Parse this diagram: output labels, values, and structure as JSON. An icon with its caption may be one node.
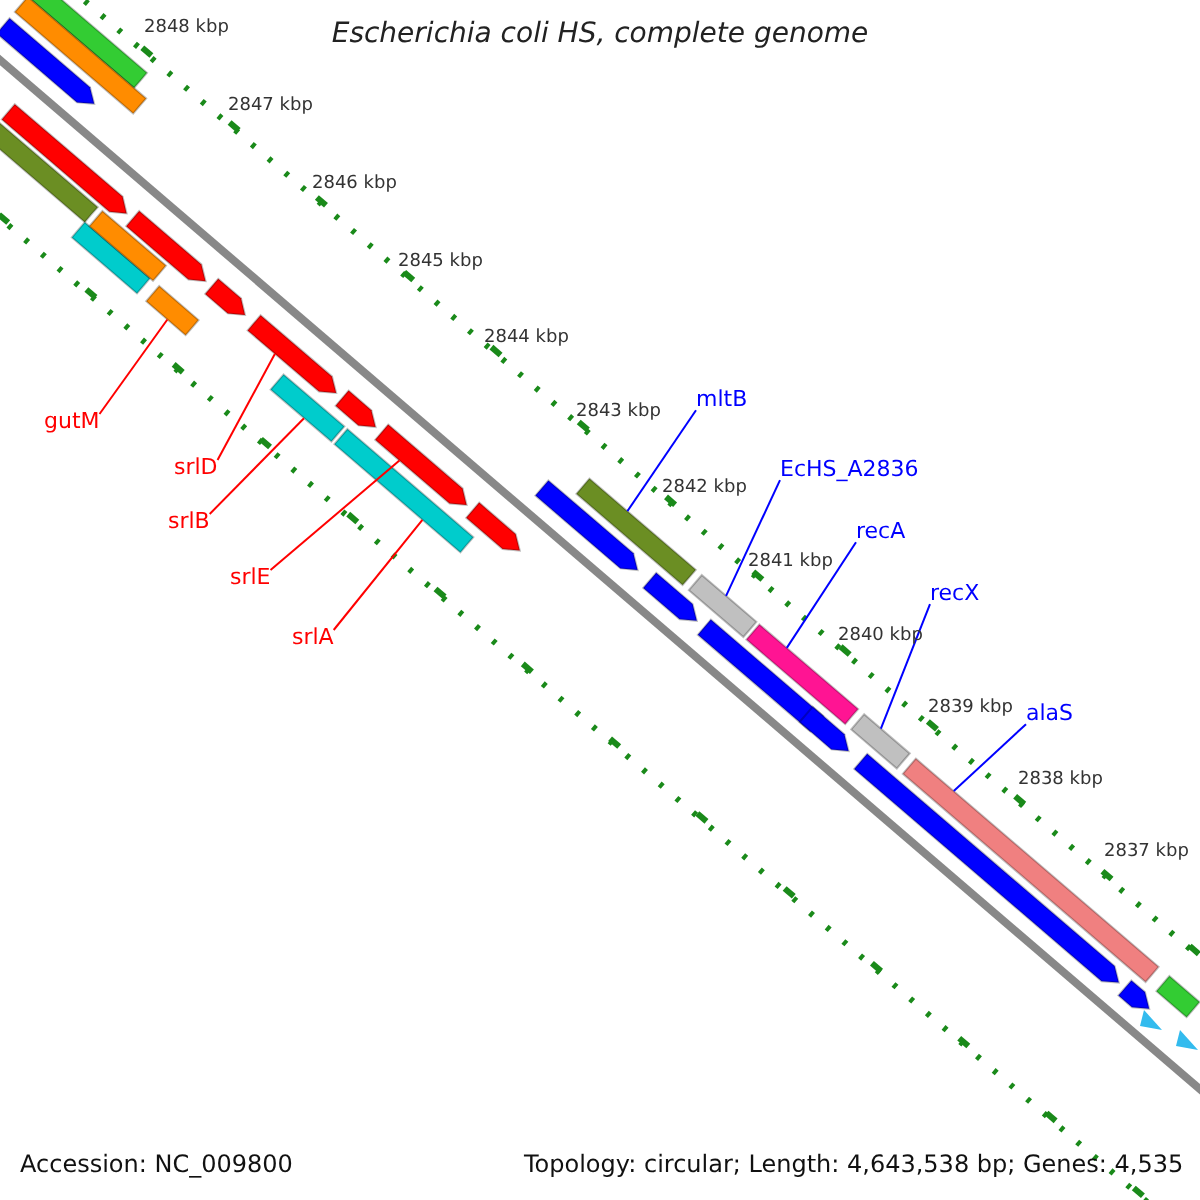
{
  "diagram": {
    "title": "Escherichia coli HS, complete genome",
    "nodes": [
      {
        "text": [
          "gutM"
        ]
      },
      {
        "text": [
          "srlD"
        ]
      },
      {
        "text": [
          "srlB"
        ]
      },
      {
        "text": [
          "srlE"
        ]
      },
      {
        "text": [
          "srlA"
        ]
      },
      {
        "text": [
          "mltB"
        ]
      },
      {
        "text": [
          "EcHS_A2836"
        ]
      },
      {
        "text": [
          "recA"
        ]
      },
      {
        "text": [
          "recX"
        ]
      },
      {
        "text": [
          "alaS"
        ]
      },
      {
        "text": [],
        "shape": "bar"
      },
      {
        "text": [],
        "shape": "bar"
      },
      {
        "text": [],
        "shape": "bar"
      },
      {
        "text": [],
        "shape": "bar"
      },
      {
        "text": [],
        "shape": "bar"
      },
      {
        "text": [],
        "shape": "bar"
      },
      {
        "text": [],
        "shape": "bar"
      },
      {
        "text": [],
        "shape": "bar"
      },
      {
        "text": [],
        "shape": "bar"
      },
      {
        "text": [],
        "shape": "bar"
      },
      {
        "text": [],
        "shape": "bar"
      },
      {
        "text": [],
        "shape": "bar"
      },
      {
        "text": [],
        "shape": "bar"
      },
      {
        "text": [],
        "shape": "bar"
      },
      {
        "text": [],
        "shape": "bar"
      },
      {
        "text": [],
        "shape": "bar"
      },
      {
        "text": [],
        "shape": "bar"
      },
      {
        "text": [],
        "shape": "bar"
      },
      {
        "text": [],
        "shape": "bar"
      },
      {
        "text": [],
        "shape": "bar"
      },
      {
        "text": [],
        "shape": "bar"
      },
      {
        "text": [],
        "shape": "bar"
      },
      {
        "text": [],
        "shape": "bar"
      },
      {
        "text": [],
        "shape": "bar"
      },
      {
        "text": [],
        "shape": "bar"
      },
      {
        "text": [],
        "shape": "bar"
      },
      {
        "text": [],
        "shape": "bar"
      },
      {
        "text": [],
        "shape": "bar"
      },
      {
        "text": [],
        "shape": "bar"
      },
      {
        "text": [],
        "shape": "bar"
      }
    ],
    "edges": [
      {
        "from": 0,
        "to": 18,
        "arrow": "none",
        "color": "#ff0000"
      },
      {
        "from": 1,
        "to": 20,
        "arrow": "none",
        "color": "#ff0000"
      },
      {
        "from": 2,
        "to": 21,
        "arrow": "none",
        "color": "#ff0000"
      },
      {
        "from": 3,
        "to": 24,
        "arrow": "none",
        "color": "#ff0000"
      },
      {
        "from": 4,
        "to": 23,
        "arrow": "none",
        "color": "#ff0000"
      },
      {
        "from": 5,
        "to": 27,
        "arrow": "none",
        "color": "#0000ff"
      },
      {
        "from": 6,
        "to": 29,
        "arrow": "none",
        "color": "#0000ff"
      },
      {
        "from": 7,
        "to": 31,
        "arrow": "none",
        "color": "#0000ff"
      },
      {
        "from": 8,
        "to": 33,
        "arrow": "none",
        "color": "#0000ff"
      },
      {
        "from": 9,
        "to": 35,
        "arrow": "none",
        "color": "#0000ff"
      }
    ],
    "labels": [
      "2848 kbp",
      "2847 kbp",
      "2846 kbp",
      "2845 kbp",
      "2844 kbp",
      "2843 kbp",
      "2842 kbp",
      "2841 kbp",
      "2840 kbp",
      "2839 kbp",
      "2838 kbp",
      "2837 kbp",
      "Accession: NC_009800",
      "Topology: circular; Length: 4,643,538 bp; Genes: 4,535"
    ]
  }
}
